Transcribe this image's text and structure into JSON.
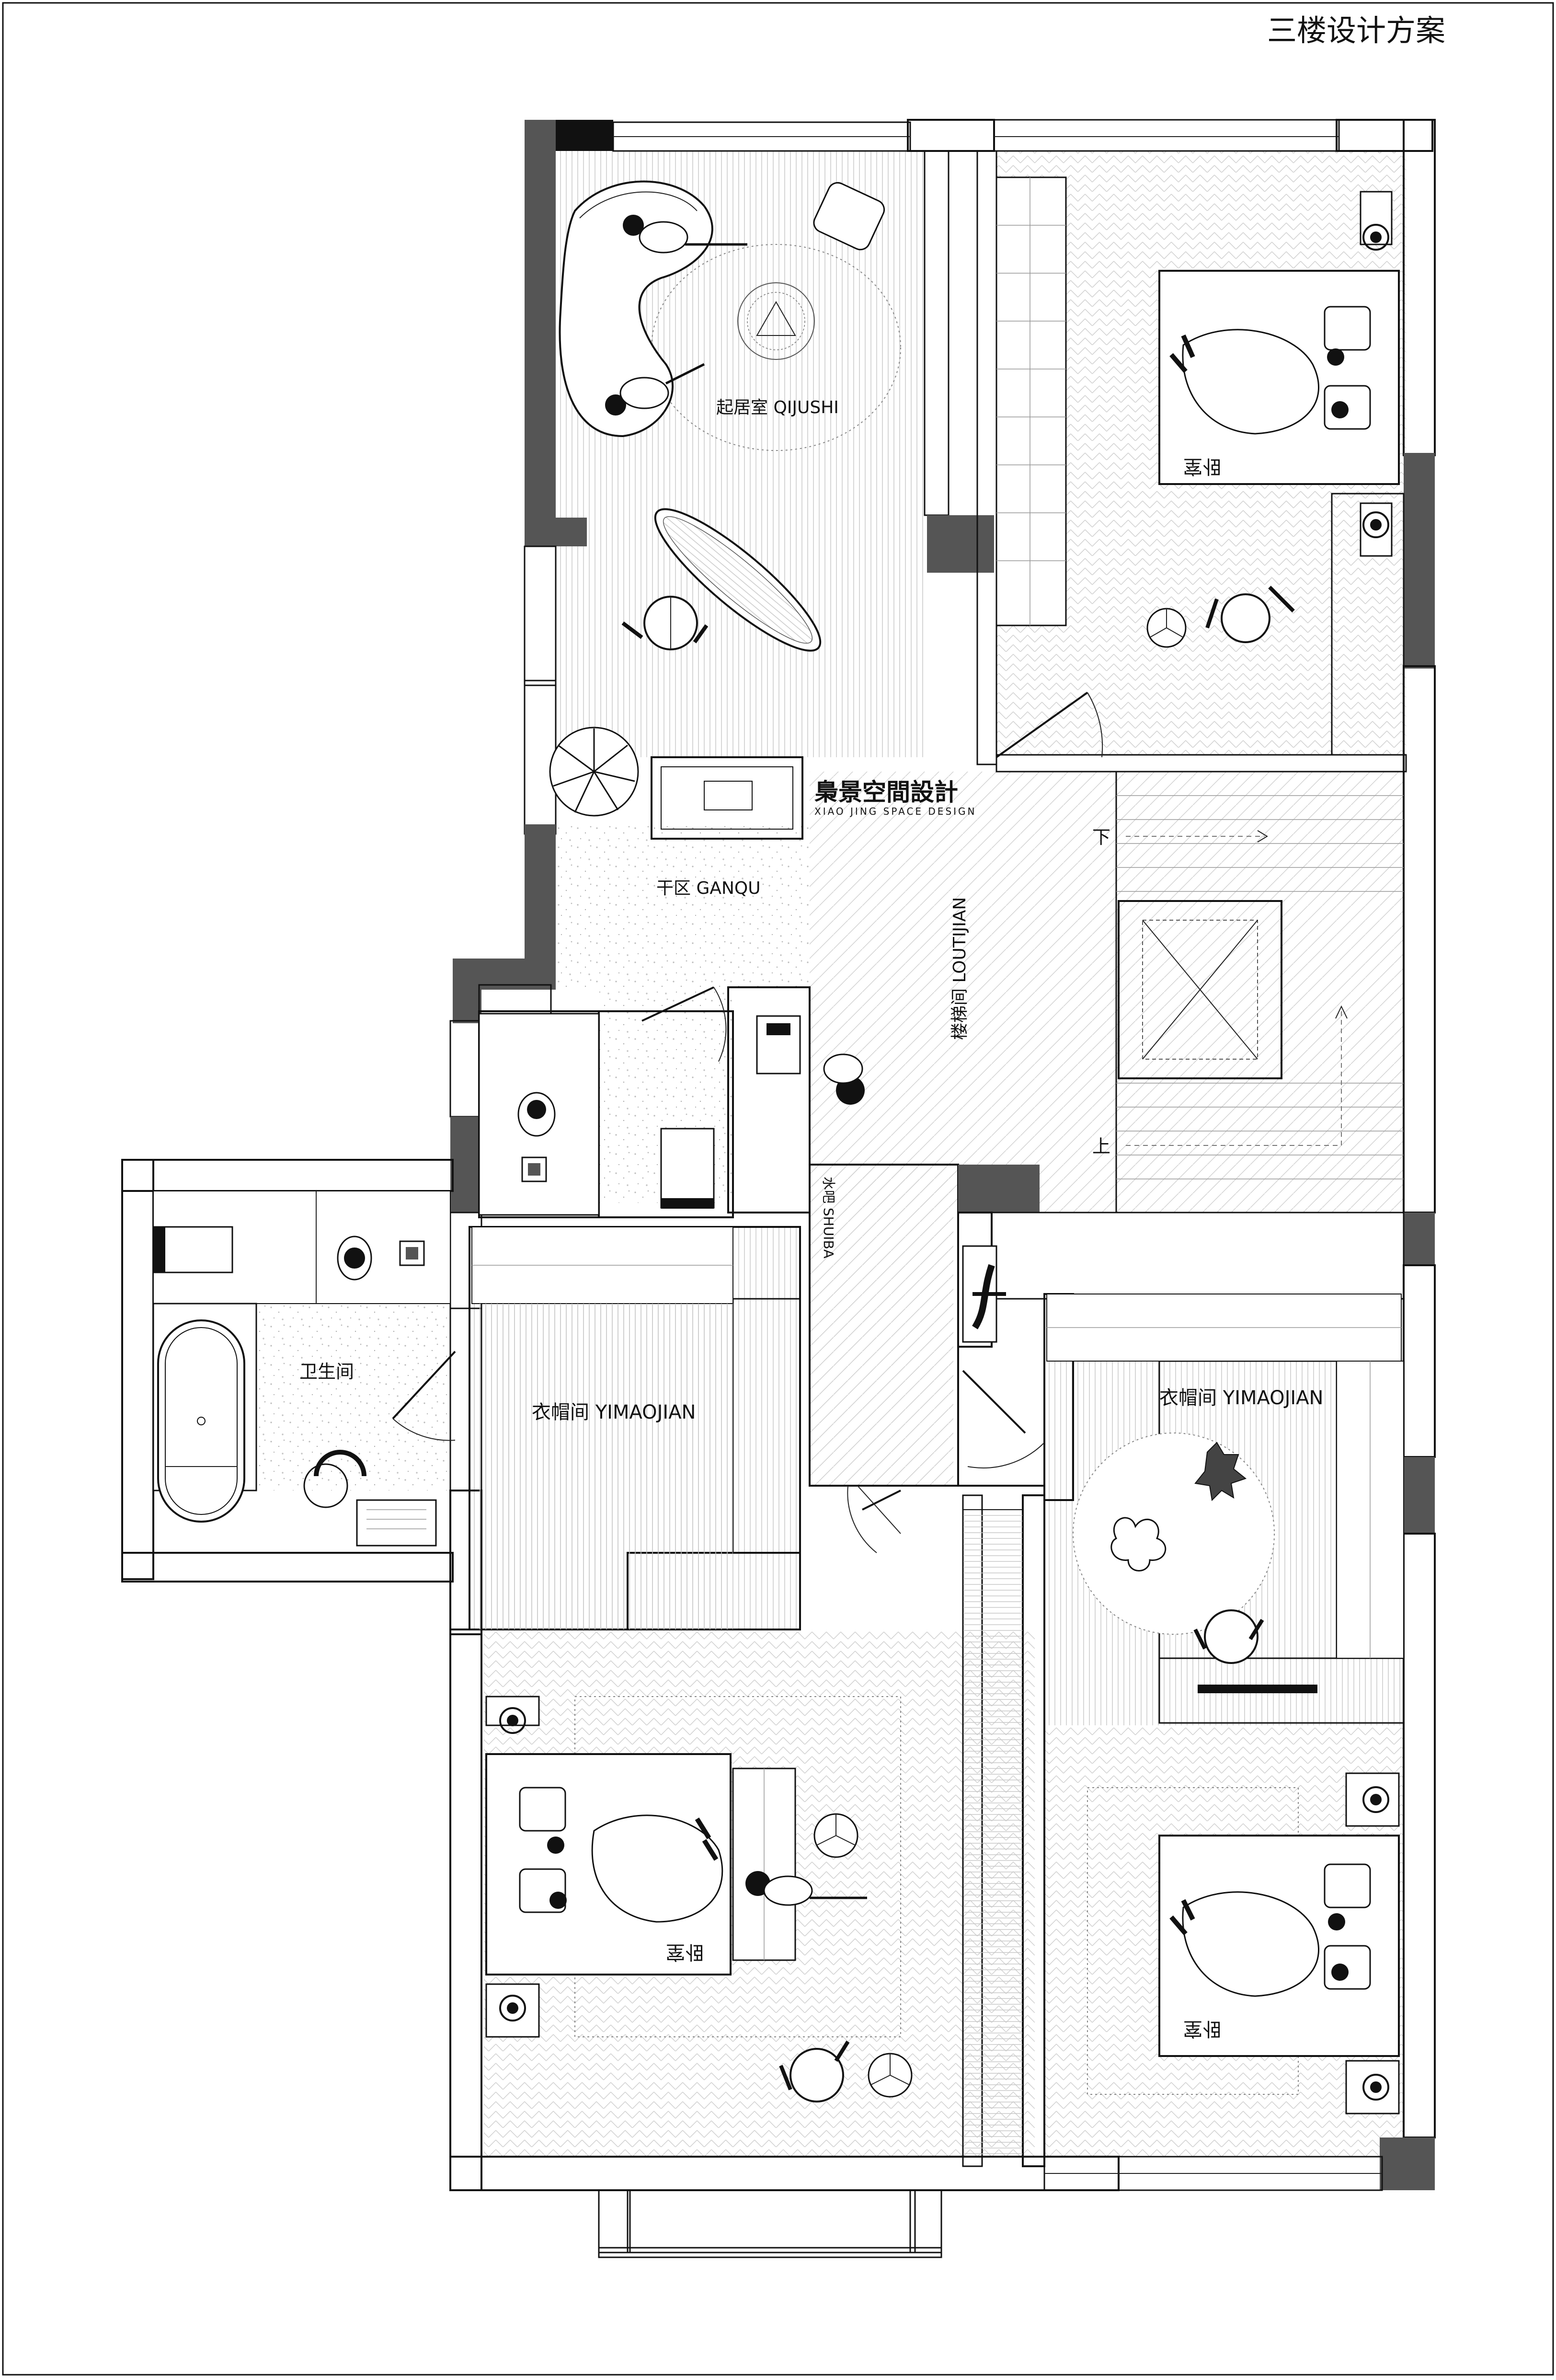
{
  "title": "三楼设计方案",
  "brand": {
    "name_cn": "梟景空間設計",
    "name_en": "XIAO JING SPACE DESIGN"
  },
  "rooms": {
    "qijushi": "起居室 QIJUSHI",
    "ganqu": "干区 GANQU",
    "loutijian": "楼梯间 LOUTIJIAN",
    "shuiba": "水吧 SHUIBA",
    "weishengjian": "卫生间",
    "yimaojian_left": "衣帽间 YIMAOJIAN",
    "yimaojian_right": "衣帽间 YIMAOJIAN",
    "wo_top": "卧室",
    "wo_left": "卧室",
    "wo_right": "卧室"
  },
  "stairs": {
    "down": "下",
    "up": "上"
  },
  "colors": {
    "wall": "#111111",
    "wall_alt": "#555555",
    "line": "#111111",
    "background": "#ffffff"
  }
}
